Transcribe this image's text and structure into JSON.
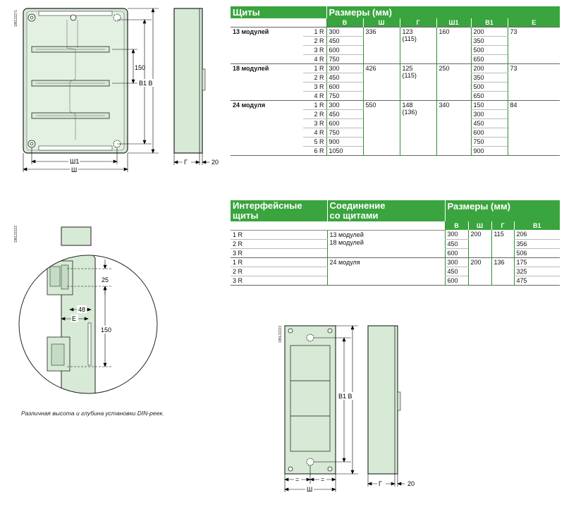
{
  "codes": {
    "fig1": "DB122271",
    "fig2": "DB122222",
    "fig3": "DB122223"
  },
  "fig1": {
    "dim_150": "150",
    "dim_b1b": "B1 B",
    "dim_sh1": "Ш1",
    "dim_sh": "Ш",
    "dim_g": "Г",
    "dim_20": "20"
  },
  "fig2": {
    "dim_25": "25",
    "dim_48": "48",
    "dim_e": "E",
    "dim_150": "150",
    "caption": "Различная высота и глубина установки DIN-реек."
  },
  "fig3": {
    "dim_b1b": "B1 B",
    "dim_eq1": "=",
    "dim_eq2": "=",
    "dim_sh": "Ш",
    "dim_g": "Г",
    "dim_20": "20"
  },
  "table1": {
    "h_panels": "Щиты",
    "h_sizes": "Размеры (мм)",
    "cols": [
      "B",
      "Ш",
      "Г",
      "Ш1",
      "B1",
      "E"
    ],
    "groups": [
      {
        "name": "13 модулей",
        "sh": "336",
        "g": "123",
        "g2": "(115)",
        "sh1": "160",
        "e": "73",
        "rows": [
          {
            "r": "1 R",
            "b": "300",
            "b1": "200"
          },
          {
            "r": "2 R",
            "b": "450",
            "b1": "350"
          },
          {
            "r": "3 R",
            "b": "600",
            "b1": "500"
          },
          {
            "r": "4 R",
            "b": "750",
            "b1": "650"
          }
        ]
      },
      {
        "name": "18 модулей",
        "sh": "426",
        "g": "125",
        "g2": "(115)",
        "sh1": "250",
        "e": "73",
        "rows": [
          {
            "r": "1 R",
            "b": "300",
            "b1": "200"
          },
          {
            "r": "2 R",
            "b": "450",
            "b1": "350"
          },
          {
            "r": "3 R",
            "b": "600",
            "b1": "500"
          },
          {
            "r": "4 R",
            "b": "750",
            "b1": "650"
          }
        ]
      },
      {
        "name": "24 модуля",
        "sh": "550",
        "g": "148",
        "g2": "(136)",
        "sh1": "340",
        "e": "84",
        "rows": [
          {
            "r": "1 R",
            "b": "300",
            "b1": "150"
          },
          {
            "r": "2 R",
            "b": "450",
            "b1": "300"
          },
          {
            "r": "3 R",
            "b": "600",
            "b1": "450"
          },
          {
            "r": "4 R",
            "b": "750",
            "b1": "600"
          },
          {
            "r": "5 R",
            "b": "900",
            "b1": "750"
          },
          {
            "r": "6 R",
            "b": "1050",
            "b1": "900"
          }
        ]
      }
    ]
  },
  "table2": {
    "h_interface_1": "Интерфейсные",
    "h_interface_2": "щиты",
    "h_conn_1": "Соединение",
    "h_conn_2": "со щитами",
    "h_sizes": "Размеры (мм)",
    "cols": [
      "B",
      "Ш",
      "Г",
      "B1"
    ],
    "groups": [
      {
        "conn": "13 модулей",
        "conn2": "18 модулей",
        "sh": "200",
        "g": "115",
        "rows": [
          {
            "r": "1 R",
            "b": "300",
            "b1": "206"
          },
          {
            "r": "2 R",
            "b": "450",
            "b1": "356"
          },
          {
            "r": "3 R",
            "b": "600",
            "b1": "506"
          }
        ]
      },
      {
        "conn": "24 модуля",
        "conn2": "",
        "sh": "200",
        "g": "136",
        "rows": [
          {
            "r": "1 R",
            "b": "300",
            "b1": "175"
          },
          {
            "r": "2 R",
            "b": "450",
            "b1": "325"
          },
          {
            "r": "3 R",
            "b": "600",
            "b1": "475"
          }
        ]
      }
    ]
  }
}
